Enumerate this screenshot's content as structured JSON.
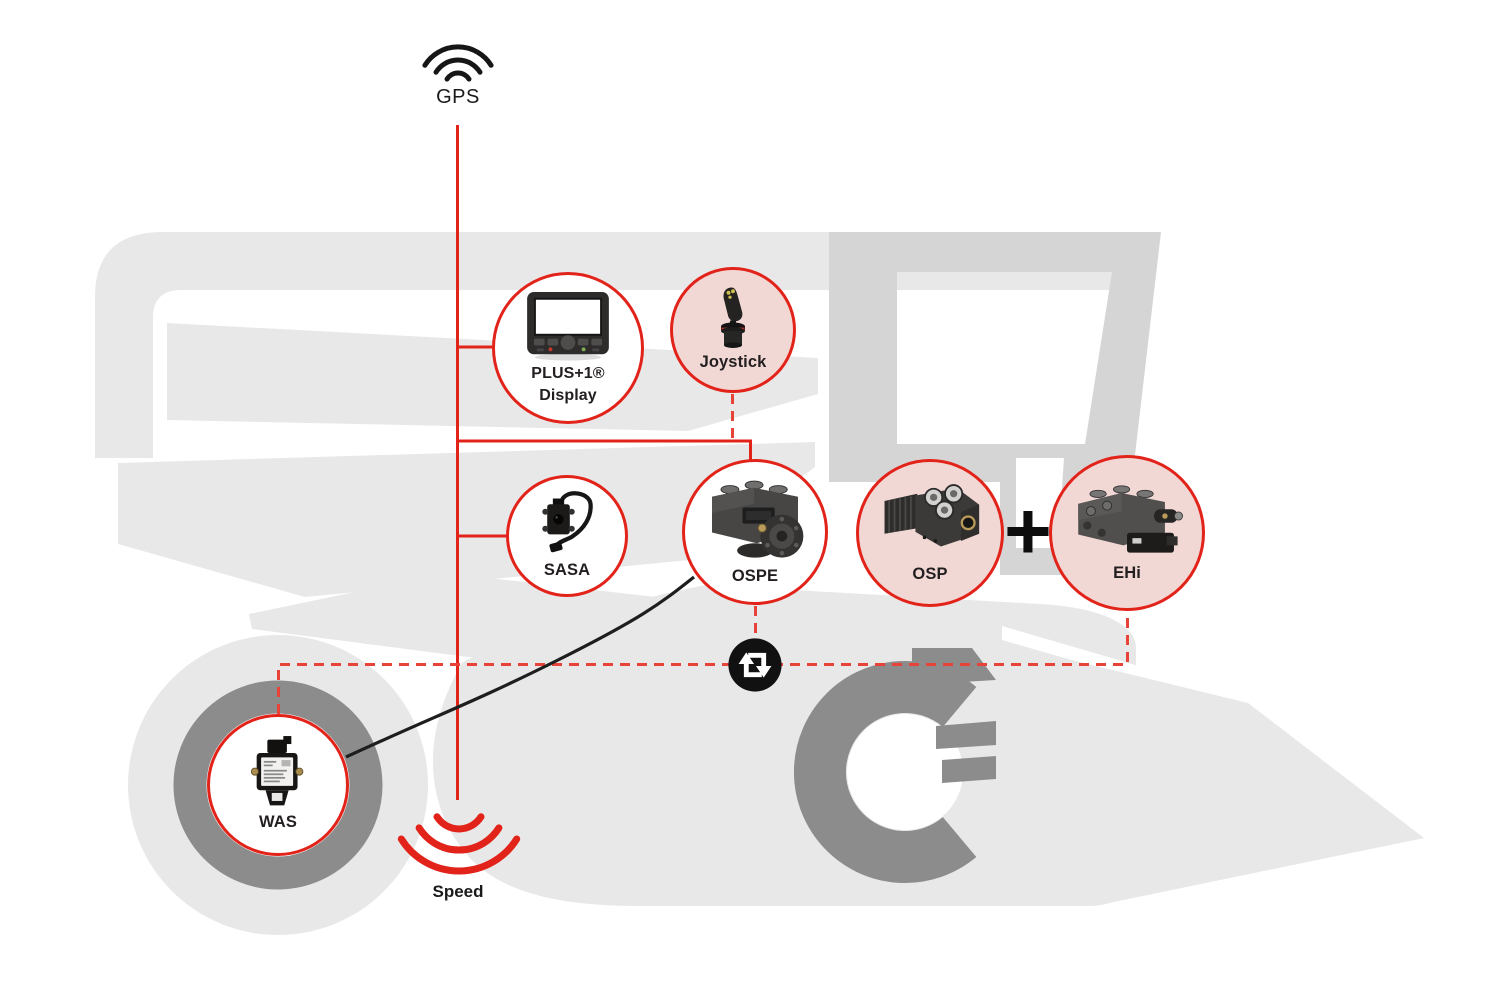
{
  "signals": {
    "gps_label": "GPS",
    "speed_label": "Speed"
  },
  "nodes": {
    "display": {
      "label_line1": "PLUS+1®",
      "label_line2": "Display"
    },
    "joystick": {
      "label": "Joystick"
    },
    "sasa": {
      "label": "SASA"
    },
    "ospe": {
      "label": "OSPE"
    },
    "osp": {
      "label": "OSP"
    },
    "ehi": {
      "label": "EHi"
    },
    "was": {
      "label": "WAS"
    }
  },
  "operators": {
    "plus": "+"
  },
  "icons": {
    "gps": "gps-signal-icon",
    "speed": "speed-signal-icon",
    "exchange": "repeat-arrows-icon",
    "plus": "plus-operator"
  },
  "colors": {
    "accent_red": "#e2231a",
    "dashed_red": "#e84338",
    "silhouette_gray": "#e9e8e8",
    "cab_gray": "#d6d5d5",
    "wheel_gray": "#8d8c8c",
    "node_pink": "#f2d8d5",
    "icon_black": "#161616",
    "text_black": "#231f20"
  }
}
